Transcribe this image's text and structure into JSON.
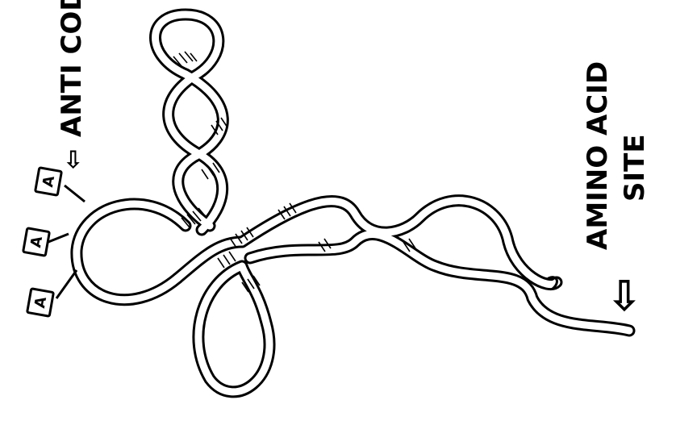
{
  "labels": {
    "anticodon": "ANTI CODON",
    "anticodon_arrow": "⇦",
    "amino_acid_line1": "AMINO ACID",
    "amino_acid_line2": "SITE",
    "amino_acid_arrow": "⇩"
  },
  "anticodon_bases": [
    "A",
    "A",
    "A"
  ],
  "colors": {
    "ink": "#000000",
    "paper": "#ffffff"
  }
}
